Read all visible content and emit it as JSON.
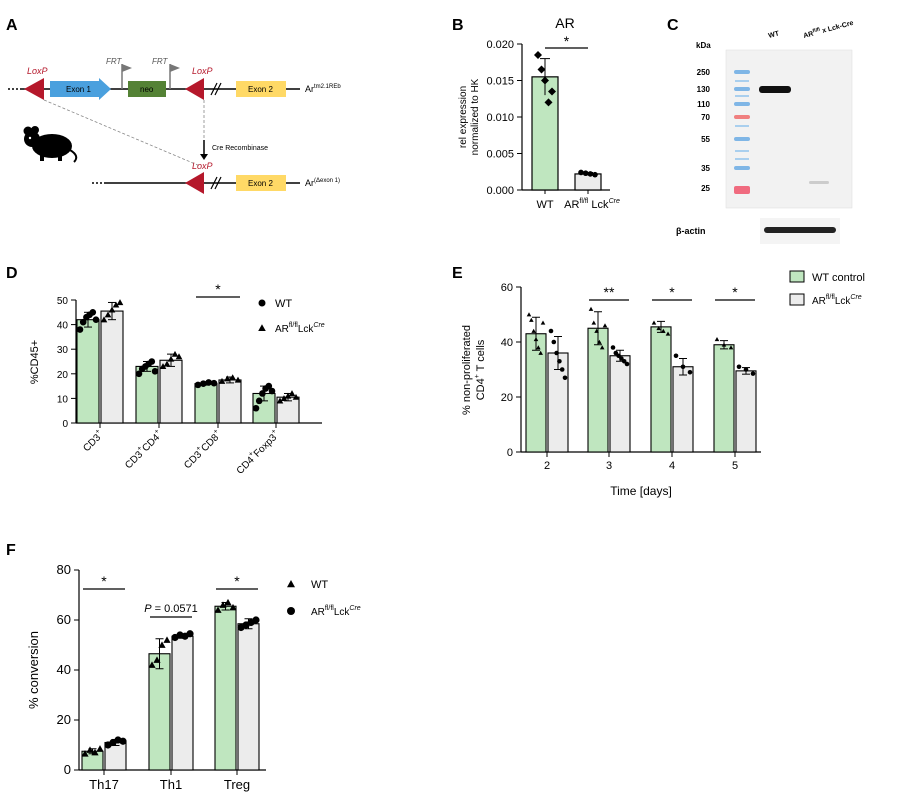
{
  "panels": {
    "a": {
      "letter": "A",
      "loxp": "LoxP",
      "frt": "FRT",
      "exon1": "Exon 1",
      "neo": "neo",
      "exon2": "Exon 2",
      "allele_top": "Ar",
      "allele_top_sup": "tm2.1REb",
      "cre": "Cre Recombinase",
      "allele_bottom": "Ar",
      "allele_bottom_sup": "(Δexon 1)",
      "icon": "mouse-icon"
    },
    "b": {
      "letter": "B"
    },
    "c": {
      "letter": "C",
      "kda": "kDa",
      "lane_wt": "WT",
      "lane_ko": "AR",
      "lane_ko_sup": "fl/fl",
      "lane_ko_rest": " x Lck-Cre",
      "markers": [
        "250",
        "130",
        "110",
        "70",
        "55",
        "35",
        "25"
      ],
      "actin": "β-actin"
    },
    "d": {
      "letter": "D"
    },
    "e": {
      "letter": "E"
    },
    "f": {
      "letter": "F"
    }
  },
  "colors": {
    "wt": "#bfe6bf",
    "ko": "#ececec",
    "stroke": "#000000",
    "loxp": "#b5182b",
    "exon1": "#4aa0de",
    "neo": "#548235",
    "exon2": "#ffd966"
  },
  "chart_data": [
    {
      "id": "B",
      "type": "bar",
      "title": "AR",
      "ylabel": [
        "rel expression",
        "normalized to HK"
      ],
      "categories": [
        {
          "label": "WT",
          "sup": "",
          "rest": ""
        },
        {
          "label": "AR",
          "sup": "fl/fl",
          "rest": " Lck",
          "sup2": "Cre"
        }
      ],
      "values": [
        0.0155,
        0.0022
      ],
      "errors": [
        0.0025,
        0.0002
      ],
      "points": [
        [
          0.0185,
          0.0165,
          0.015,
          0.012,
          0.0135
        ],
        [
          0.0024,
          0.0023,
          0.0022,
          0.0021
        ]
      ],
      "ylim": [
        0,
        0.02
      ],
      "yticks": [
        "0.000",
        "0.005",
        "0.010",
        "0.015",
        "0.020"
      ],
      "significance": [
        {
          "label": "*",
          "from": 0,
          "to": 1
        }
      ]
    },
    {
      "id": "D",
      "type": "bar",
      "ylabel": "%CD45+",
      "groups": [
        {
          "label": "CD3",
          "sup": "+",
          "rest": "",
          "sup2": ""
        },
        {
          "label": "CD3",
          "sup": "+",
          "rest": "CD4",
          "sup2": "+"
        },
        {
          "label": "CD3",
          "sup": "+",
          "rest": "CD8",
          "sup2": "+"
        },
        {
          "label": "CD4",
          "sup": "+",
          "rest": "Foxp3",
          "sup2": "+"
        }
      ],
      "series": [
        {
          "name": "WT",
          "marker": "circle",
          "values": [
            42,
            23,
            16,
            12
          ],
          "errors": [
            3,
            2,
            0.6,
            3
          ],
          "points": [
            [
              38,
              41,
              43,
              44,
              45,
              42
            ],
            [
              20,
              22,
              23,
              24,
              25,
              21
            ],
            [
              15.5,
              16,
              16.5,
              16.2
            ],
            [
              6,
              9,
              12,
              14,
              15,
              13
            ]
          ]
        },
        {
          "name": "AR",
          "sup": "fl/fl",
          "rest": "Lck",
          "sup2": "Cre",
          "marker": "triangle",
          "values": [
            45.5,
            25.5,
            17.5,
            10.5
          ],
          "errors": [
            3.5,
            2.5,
            1.2,
            1.5
          ],
          "points": [
            [
              42,
              44,
              46,
              48,
              49
            ],
            [
              23,
              24,
              26,
              28,
              27
            ],
            [
              17,
              18,
              18.5,
              17.5
            ],
            [
              9,
              10,
              11,
              12,
              10.5
            ]
          ]
        }
      ],
      "ylim": [
        0,
        50
      ],
      "yticks": [
        "0",
        "10",
        "20",
        "30",
        "40",
        "50"
      ],
      "significance": [
        {
          "label": "*",
          "group": 2
        }
      ]
    },
    {
      "id": "E",
      "type": "bar",
      "ylabel": [
        "% non-proliferated",
        "CD4",
        "+",
        " T cells"
      ],
      "xlabel": "Time [days]",
      "categories": [
        "2",
        "3",
        "4",
        "5"
      ],
      "series": [
        {
          "name": "WT control",
          "values": [
            43,
            45,
            45.5,
            39
          ],
          "errors": [
            6,
            6,
            2,
            1.5
          ],
          "points": [
            [
              50,
              48,
              44,
              41,
              38,
              36,
              47
            ],
            [
              52,
              47,
              44,
              40,
              38,
              46
            ],
            [
              47,
              45,
              44,
              43
            ],
            [
              41,
              39,
              38
            ]
          ]
        },
        {
          "name": "AR",
          "sup": "fl/fl",
          "rest": "Lck",
          "sup2": "Cre",
          "values": [
            36,
            35,
            31,
            29.5
          ],
          "errors": [
            6,
            2,
            3,
            1.2
          ],
          "points": [
            [
              44,
              40,
              36,
              33,
              30,
              27
            ],
            [
              38,
              36,
              35,
              34,
              33,
              32
            ],
            [
              35,
              31,
              29
            ],
            [
              31,
              30,
              28.5
            ]
          ]
        }
      ],
      "ylim": [
        0,
        60
      ],
      "yticks": [
        "0",
        "20",
        "40",
        "60"
      ],
      "significance": [
        {
          "label": "*",
          "group": 0,
          "hidden": true
        },
        {
          "label": "**",
          "group": 1
        },
        {
          "label": "*",
          "group": 2
        },
        {
          "label": "*",
          "group": 3
        }
      ]
    },
    {
      "id": "F",
      "type": "bar",
      "ylabel": "% conversion",
      "categories": [
        "Th17",
        "Th1",
        "Treg"
      ],
      "series": [
        {
          "name": "WT",
          "marker": "triangle",
          "values": [
            7.5,
            46.5,
            65.5
          ],
          "errors": [
            1,
            6,
            1.5
          ],
          "points": [
            [
              6.5,
              8,
              7,
              8.5
            ],
            [
              42,
              44,
              50,
              52
            ],
            [
              64,
              66,
              67,
              65
            ]
          ]
        },
        {
          "name": "AR",
          "sup": "fl/fl",
          "rest": "Lck",
          "sup2": "Cre",
          "marker": "circle",
          "values": [
            11,
            53.5,
            58.5
          ],
          "errors": [
            1.2,
            0.8,
            2
          ],
          "points": [
            [
              10,
              11,
              12,
              11.5
            ],
            [
              53,
              54,
              53.5,
              54.5
            ],
            [
              57,
              58,
              59,
              60
            ]
          ]
        }
      ],
      "ylim": [
        0,
        80
      ],
      "yticks": [
        "0",
        "20",
        "40",
        "60",
        "80"
      ],
      "significance": [
        {
          "label": "*",
          "group": 0
        },
        {
          "label": "P = 0.0571",
          "group": 1,
          "italicP": true
        },
        {
          "label": "*",
          "group": 2
        }
      ]
    }
  ]
}
